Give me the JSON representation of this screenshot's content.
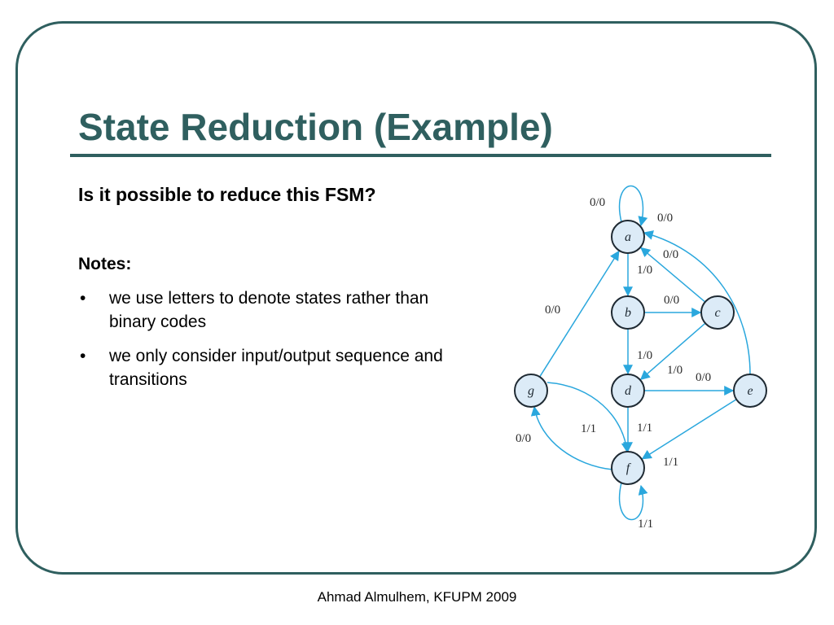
{
  "slide": {
    "title": "State Reduction (Example)",
    "question": "Is it possible to reduce this FSM?",
    "notes_heading": "Notes:",
    "bullet_glyph": "•",
    "notes": [
      "we use letters to denote states rather than binary codes",
      "we only consider input/output sequence and transitions"
    ],
    "footer": "Ahmad Almulhem, KFUPM 2009"
  },
  "colors": {
    "title": "#2f5f5f",
    "frame": "#2f5f5f",
    "state_fill": "#dcebf7",
    "state_stroke": "#1f2a33",
    "edge": "#2aa7dd"
  },
  "fsm": {
    "states": [
      {
        "id": "a",
        "label": "a"
      },
      {
        "id": "b",
        "label": "b"
      },
      {
        "id": "c",
        "label": "c"
      },
      {
        "id": "d",
        "label": "d"
      },
      {
        "id": "e",
        "label": "e"
      },
      {
        "id": "f",
        "label": "f"
      },
      {
        "id": "g",
        "label": "g"
      }
    ],
    "transitions": [
      {
        "from": "a",
        "to": "a",
        "label": "0/0"
      },
      {
        "from": "a",
        "to": "b",
        "label": "1/0"
      },
      {
        "from": "b",
        "to": "c",
        "label": "0/0"
      },
      {
        "from": "b",
        "to": "d",
        "label": "1/0"
      },
      {
        "from": "c",
        "to": "a",
        "label": "0/0"
      },
      {
        "from": "c",
        "to": "d",
        "label": "1/0"
      },
      {
        "from": "d",
        "to": "e",
        "label": "0/0"
      },
      {
        "from": "d",
        "to": "f",
        "label": "1/1"
      },
      {
        "from": "e",
        "to": "a",
        "label": "0/0"
      },
      {
        "from": "e",
        "to": "f",
        "label": "1/1"
      },
      {
        "from": "f",
        "to": "f",
        "label": "1/1"
      },
      {
        "from": "f",
        "to": "g",
        "label": "0/0"
      },
      {
        "from": "g",
        "to": "a",
        "label": "0/0"
      },
      {
        "from": "g",
        "to": "f",
        "label": "1/1"
      }
    ]
  }
}
